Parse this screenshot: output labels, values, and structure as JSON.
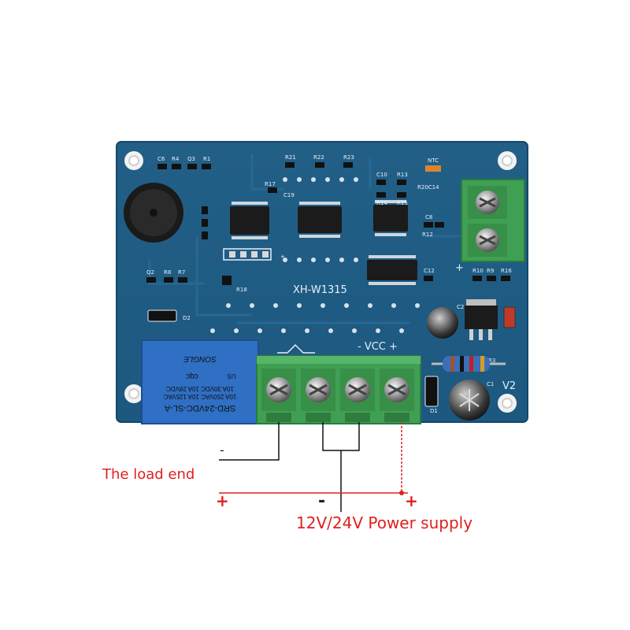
{
  "board": {
    "model": "XH-W1315",
    "vcc_label": "- VCC +",
    "ntc_label": "NTC",
    "v2_label": "V2",
    "c1_label": "C1",
    "c2_label": "C2",
    "d1_label": "D1",
    "d2_label": "D2",
    "r3_label": "R3",
    "plus_mark": "+",
    "component_labels": {
      "c6": "C6",
      "r4": "R4",
      "q3": "Q3",
      "r1": "R1",
      "r21": "R21",
      "r22": "R22",
      "r23": "R23",
      "r17": "R17",
      "c19": "C19",
      "c10": "C10",
      "r13": "R13",
      "r14": "R14",
      "r15": "R15",
      "r20c14": "R20C14",
      "q2": "Q2",
      "r8": "R8",
      "r7": "R7",
      "r18": "R18",
      "c12": "C12",
      "r10": "R10",
      "r9": "R9",
      "r16": "R16",
      "r12": "R12",
      "c8": "C8"
    }
  },
  "relay": {
    "model": "SRD-24VDC-SL-A",
    "rating1": "10A 250VAC  10A 125VAC",
    "rating2": "10A 30VDC   10A 28VDC",
    "brand": "SONGLE",
    "cert": "cqc",
    "us_mark": "US"
  },
  "annotations": {
    "load_end": "The load end",
    "power_supply": "12V/24V Power supply",
    "load_minus": "-",
    "load_plus": "+",
    "supply_minus": "-",
    "supply_plus": "+"
  },
  "colors": {
    "pcb": "#1e5f8c",
    "terminal": "#3fa053",
    "relay": "#2f6fc4",
    "wire_black": "#111111",
    "wire_red": "#e02020"
  }
}
